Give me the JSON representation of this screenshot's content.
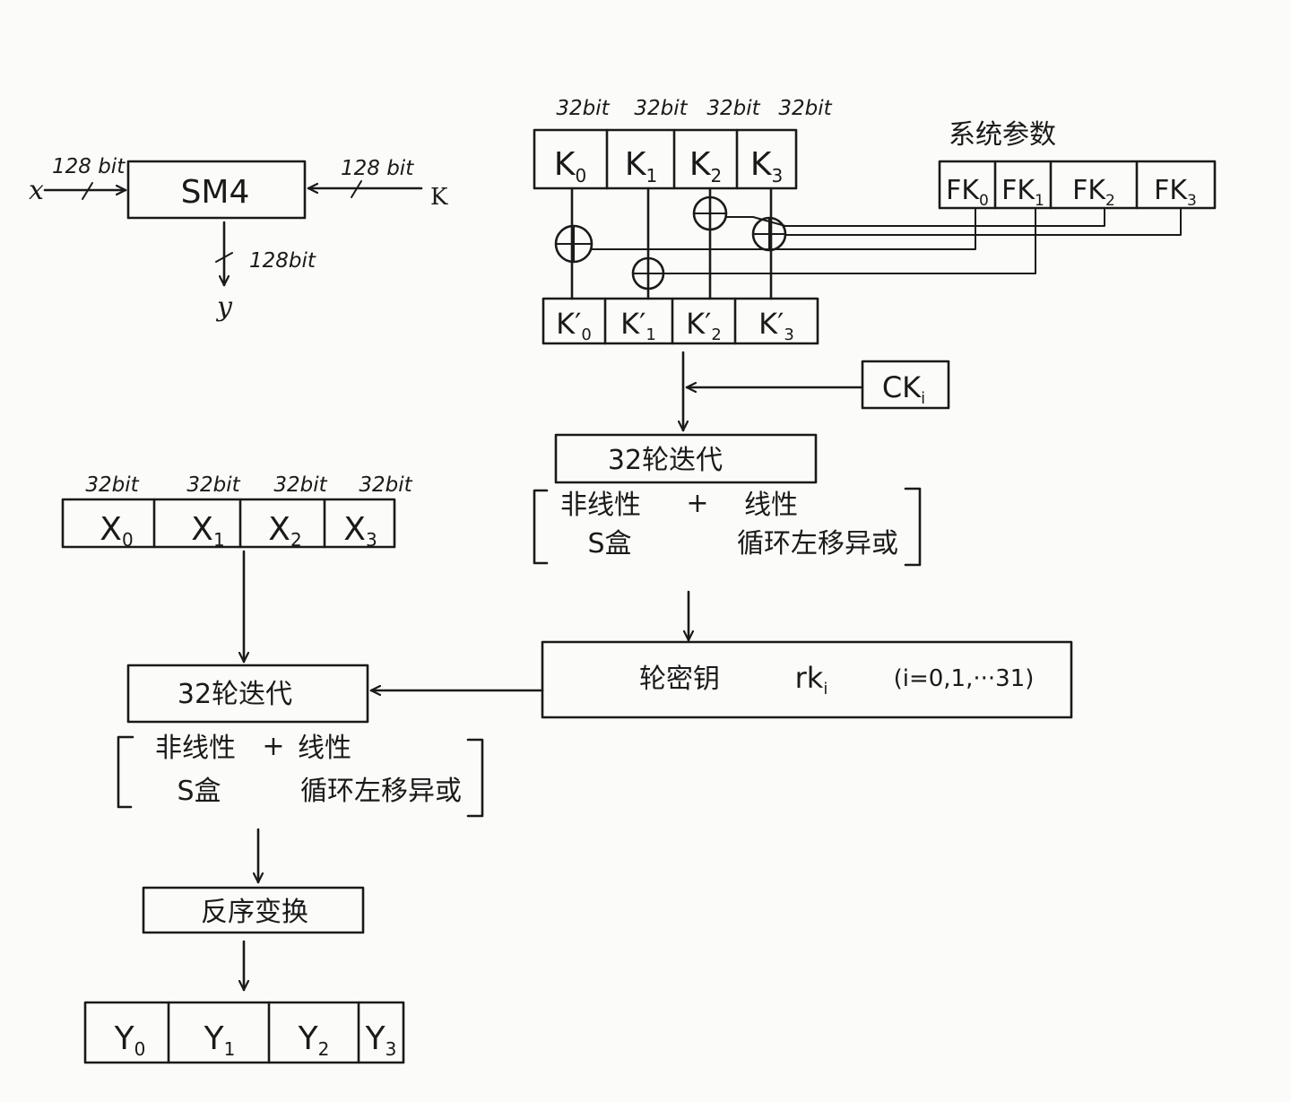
{
  "style": {
    "ink": "#1a1a1a",
    "paper": "#fbfbf9"
  },
  "overview": {
    "input_label": "x",
    "input_bits": "128 bit",
    "box_label": "SM4",
    "key_bits": "128 bit",
    "key_label": "K",
    "output_bits": "128bit",
    "output_label": "y"
  },
  "key_schedule": {
    "bit_labels": [
      "32bit",
      "32bit",
      "32bit",
      "32bit"
    ],
    "k_cells": [
      {
        "main": "K",
        "sub": "0"
      },
      {
        "main": "K",
        "sub": "1"
      },
      {
        "main": "K",
        "sub": "2"
      },
      {
        "main": "K",
        "sub": "3"
      }
    ],
    "system_params_title": "系统参数",
    "fk_cells": [
      {
        "main": "FK",
        "sub": "0"
      },
      {
        "main": "FK",
        "sub": "1"
      },
      {
        "main": "FK",
        "sub": "2"
      },
      {
        "main": "FK",
        "sub": "3"
      }
    ],
    "kprime_cells": [
      {
        "main": "K′",
        "sub": "0"
      },
      {
        "main": "K′",
        "sub": "1"
      },
      {
        "main": "K′",
        "sub": "2"
      },
      {
        "main": "K′",
        "sub": "3"
      }
    ],
    "ck": {
      "main": "CK",
      "sub": "i"
    },
    "rounds_label": "32轮迭代",
    "round_function": {
      "nonlinear": "非线性",
      "plus": "+",
      "linear": "线性",
      "sbox": "S盒",
      "shift": "循环左移异或"
    },
    "round_key": {
      "label": "轮密钥",
      "symbol_main": "rk",
      "symbol_sub": "i",
      "range": "(i=0,1,···31)"
    }
  },
  "encryption": {
    "bit_labels": [
      "32bit",
      "32bit",
      "32bit",
      "32bit"
    ],
    "x_cells": [
      {
        "main": "X",
        "sub": "0"
      },
      {
        "main": "X",
        "sub": "1"
      },
      {
        "main": "X",
        "sub": "2"
      },
      {
        "main": "X",
        "sub": "3"
      }
    ],
    "rounds_label": "32轮迭代",
    "round_function": {
      "nonlinear": "非线性",
      "plus": "+",
      "linear": "线性",
      "sbox": "S盒",
      "shift": "循环左移异或"
    },
    "reverse_label": "反序变换",
    "y_cells": [
      {
        "main": "Y",
        "sub": "0"
      },
      {
        "main": "Y",
        "sub": "1"
      },
      {
        "main": "Y",
        "sub": "2"
      },
      {
        "main": "Y",
        "sub": "3"
      }
    ]
  }
}
